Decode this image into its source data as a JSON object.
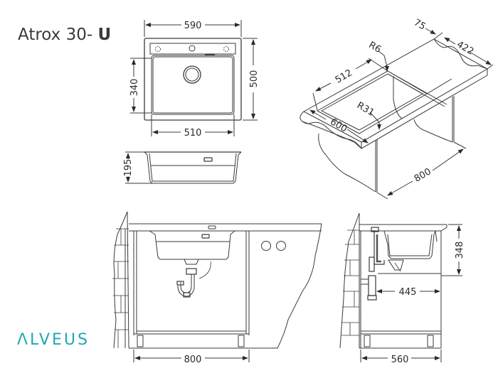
{
  "product": {
    "title_prefix": "Atrox 30- ",
    "title_suffix": "U"
  },
  "brand": {
    "logo_text": "ΛLVEUS",
    "logo_color": "#1fa7b4"
  },
  "top_view": {
    "outer_width": "590",
    "outer_depth": "500",
    "bowl_width": "510",
    "bowl_depth": "340"
  },
  "side_profile": {
    "bowl_height": "195"
  },
  "isometric_view": {
    "radius_top": "R6",
    "radius_bowl": "R31",
    "bowl_length": "512",
    "front_offset": "75",
    "drainer_length": "422",
    "worktop_depth": "600",
    "cabinet_width": "800"
  },
  "front_installation": {
    "cabinet_width": "800"
  },
  "side_installation": {
    "installation_height": "348",
    "drain_distance": "445",
    "cabinet_depth": "560"
  },
  "colors": {
    "line": "#3a3a3a",
    "brand": "#1fa7b4"
  }
}
